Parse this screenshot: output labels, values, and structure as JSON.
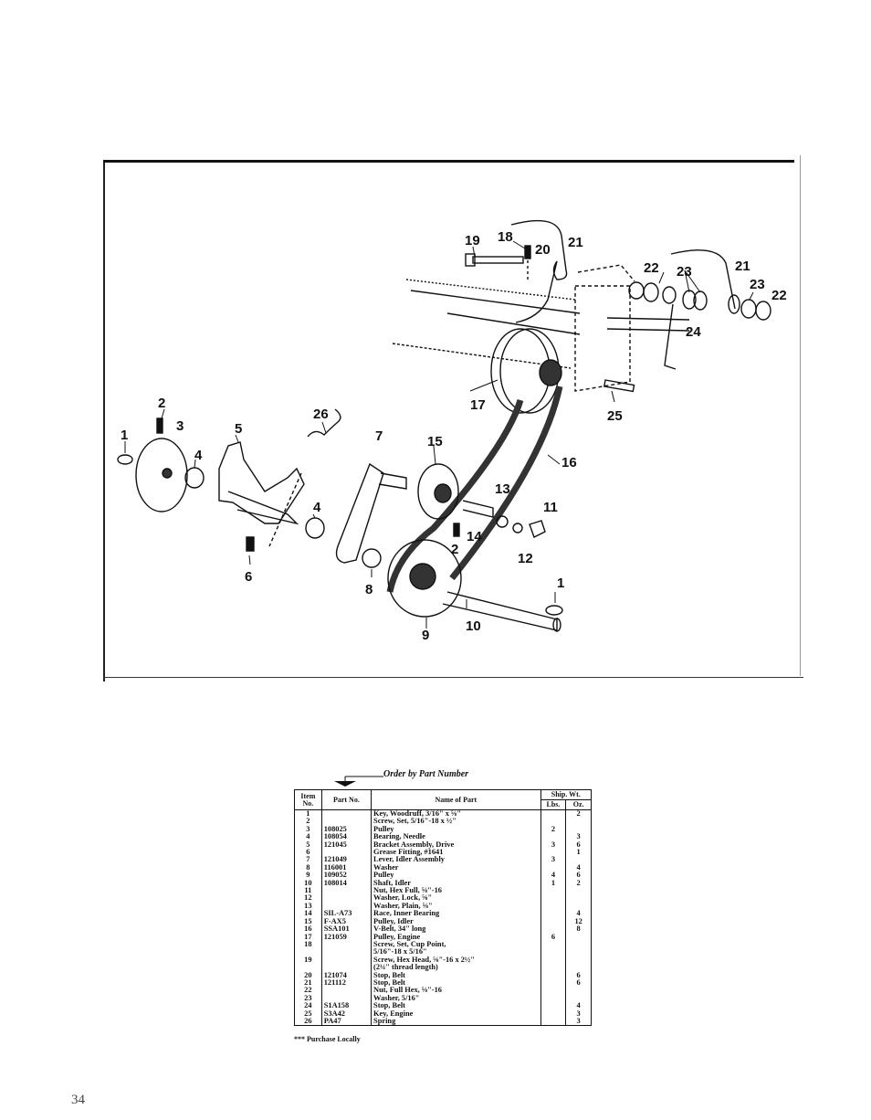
{
  "callouts": [
    {
      "n": "19"
    },
    {
      "n": "18"
    },
    {
      "n": "20"
    },
    {
      "n": "21"
    },
    {
      "n": "22"
    },
    {
      "n": "23"
    },
    {
      "n": "21"
    },
    {
      "n": "23"
    },
    {
      "n": "22"
    },
    {
      "n": "24"
    },
    {
      "n": "17"
    },
    {
      "n": "25"
    },
    {
      "n": "2"
    },
    {
      "n": "1"
    },
    {
      "n": "3"
    },
    {
      "n": "4"
    },
    {
      "n": "5"
    },
    {
      "n": "26"
    },
    {
      "n": "7"
    },
    {
      "n": "15"
    },
    {
      "n": "16"
    },
    {
      "n": "13"
    },
    {
      "n": "11"
    },
    {
      "n": "4"
    },
    {
      "n": "6"
    },
    {
      "n": "8"
    },
    {
      "n": "2"
    },
    {
      "n": "14"
    },
    {
      "n": "12"
    },
    {
      "n": "1"
    },
    {
      "n": "9"
    },
    {
      "n": "10"
    }
  ],
  "order_label": "Order by Part Number",
  "table": {
    "headers": {
      "item": "Item No.",
      "part": "Part No.",
      "name": "Name of Part",
      "ship": "Ship. Wt.",
      "lbs": "Lbs.",
      "oz": "Oz."
    },
    "rows": [
      {
        "item": "1",
        "part": "",
        "name": "Key, Woodruff, 3/16\" x ⅝\"",
        "lbs": "",
        "oz": "2"
      },
      {
        "item": "2",
        "part": "",
        "name": "Screw, Set, 5/16\"-18 x ½\"",
        "lbs": "",
        "oz": ""
      },
      {
        "item": "3",
        "part": "108025",
        "name": "Pulley",
        "lbs": "2",
        "oz": ""
      },
      {
        "item": "4",
        "part": "108054",
        "name": "Bearing, Needle",
        "lbs": "",
        "oz": "3"
      },
      {
        "item": "5",
        "part": "121045",
        "name": "Bracket Assembly, Drive",
        "lbs": "3",
        "oz": "6"
      },
      {
        "item": "6",
        "part": "",
        "name": "Grease Fitting, #1641",
        "lbs": "",
        "oz": "1"
      },
      {
        "item": "7",
        "part": "121049",
        "name": "Lever, Idler Assembly",
        "lbs": "3",
        "oz": ""
      },
      {
        "item": "8",
        "part": "116001",
        "name": "Washer",
        "lbs": "",
        "oz": "4"
      },
      {
        "item": "9",
        "part": "109052",
        "name": "Pulley",
        "lbs": "4",
        "oz": "6"
      },
      {
        "item": "10",
        "part": "108014",
        "name": "Shaft, Idler",
        "lbs": "1",
        "oz": "2"
      },
      {
        "item": "11",
        "part": "",
        "name": "Nut, Hex Full, ⅝\"-16",
        "lbs": "",
        "oz": ""
      },
      {
        "item": "12",
        "part": "",
        "name": "Washer, Lock, ⅝\"",
        "lbs": "",
        "oz": ""
      },
      {
        "item": "13",
        "part": "",
        "name": "Washer, Plain, ⅝\"",
        "lbs": "",
        "oz": ""
      },
      {
        "item": "14",
        "part": "SIL-A73",
        "name": "Race, Inner Bearing",
        "lbs": "",
        "oz": "4"
      },
      {
        "item": "15",
        "part": "F-AX5",
        "name": "Pulley, Idler",
        "lbs": "",
        "oz": "12"
      },
      {
        "item": "16",
        "part": "SSA101",
        "name": "V-Belt, 34\" long",
        "lbs": "",
        "oz": "8"
      },
      {
        "item": "17",
        "part": "121059",
        "name": "Pulley, Engine",
        "lbs": "6",
        "oz": ""
      },
      {
        "item": "18",
        "part": "",
        "name": "Screw, Set, Cup Point,",
        "lbs": "",
        "oz": ""
      },
      {
        "item": "",
        "part": "",
        "name": "5/16\"-18 x 5/16\"",
        "lbs": "",
        "oz": ""
      },
      {
        "item": "19",
        "part": "",
        "name": "Screw, Hex Head, ⅝\"-16 x 2½\"",
        "lbs": "",
        "oz": ""
      },
      {
        "item": "",
        "part": "",
        "name": "(2¼\" thread length)",
        "lbs": "",
        "oz": ""
      },
      {
        "item": "20",
        "part": "121074",
        "name": "Stop, Belt",
        "lbs": "",
        "oz": "6"
      },
      {
        "item": "21",
        "part": "121112",
        "name": "Stop, Belt",
        "lbs": "",
        "oz": "6"
      },
      {
        "item": "22",
        "part": "",
        "name": "Nut, Full Hex, ⅝\"-16",
        "lbs": "",
        "oz": ""
      },
      {
        "item": "23",
        "part": "",
        "name": "Washer, 5/16\"",
        "lbs": "",
        "oz": ""
      },
      {
        "item": "24",
        "part": "S1A158",
        "name": "Stop, Belt",
        "lbs": "",
        "oz": "4"
      },
      {
        "item": "25",
        "part": "S3A42",
        "name": "Key, Engine",
        "lbs": "",
        "oz": "3"
      },
      {
        "item": "26",
        "part": "PA47",
        "name": "Spring",
        "lbs": "",
        "oz": "3"
      }
    ]
  },
  "footnote": "*** Purchase Locally",
  "page_number": "34"
}
